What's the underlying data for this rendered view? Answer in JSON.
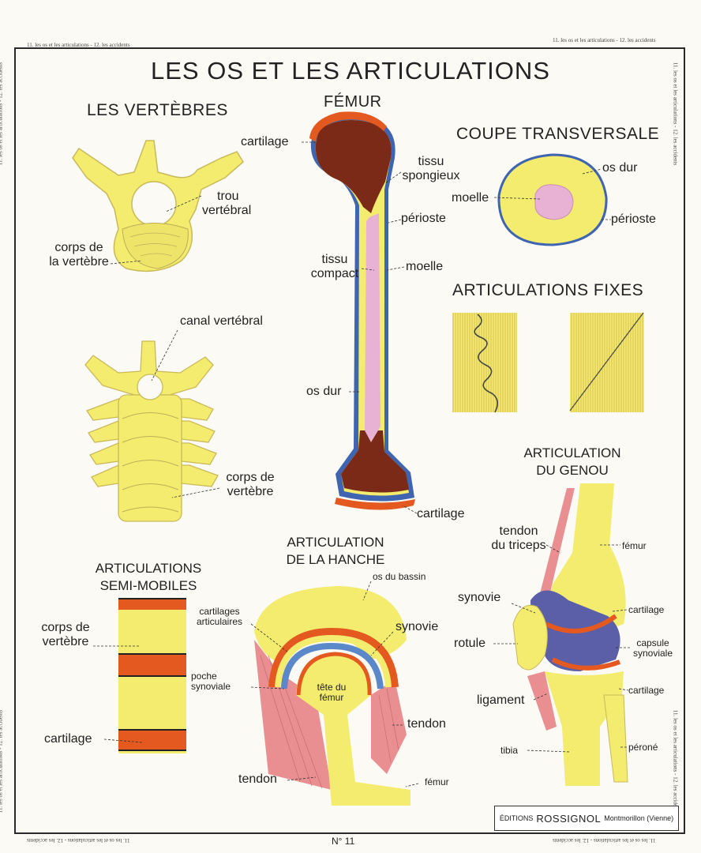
{
  "edge_text": "11. les os et les articulations - 12. les accidents",
  "title": "LES OS ET LES ARTICULATIONS",
  "sections": {
    "vertebres": "LES VERTÈBRES",
    "femur": "FÉMUR",
    "coupe": "COUPE TRANSVERSALE",
    "fixes": "ARTICULATIONS FIXES",
    "genou_line1": "ARTICULATION",
    "genou_line2": "DU GENOU",
    "hanche_line1": "ARTICULATION",
    "hanche_line2": "DE LA HANCHE",
    "semi_line1": "ARTICULATIONS",
    "semi_line2": "SEMI-MOBILES"
  },
  "labels": {
    "trou_1": "trou",
    "trou_2": "vertébral",
    "corps_vertebre_1": "corps de",
    "corps_vertebre_2": "la vertèbre",
    "canal_vertebral": "canal vertébral",
    "corps_de_vertebre_1": "corps de",
    "corps_de_vertebre_2": "vertèbre",
    "femur_cartilage_top": "cartilage",
    "tissu_spongieux_1": "tissu",
    "tissu_spongieux_2": "spongieux",
    "periosteum": "périoste",
    "tissu_compact_1": "tissu",
    "tissu_compact_2": "compact",
    "moelle": "moelle",
    "os_dur": "os dur",
    "femur_cartilage_bottom": "cartilage",
    "coupe_os_dur": "os dur",
    "coupe_moelle": "moelle",
    "coupe_periosteum": "périoste",
    "semi_corps_1": "corps de",
    "semi_corps_2": "vertèbre",
    "semi_cartilages_1": "cartilages",
    "semi_cartilages_2": "articulaires",
    "semi_poche_1": "poche",
    "semi_poche_2": "synoviale",
    "semi_cartilage": "cartilage",
    "hanche_bassin": "os du bassin",
    "hanche_synovie": "synovie",
    "hanche_tete_1": "tête du",
    "hanche_tete_2": "fémur",
    "hanche_tendon_right": "tendon",
    "hanche_tendon_bottom": "tendon",
    "hanche_femur": "fémur",
    "genou_tendon_1": "tendon",
    "genou_tendon_2": "du triceps",
    "genou_femur": "fémur",
    "genou_synovie": "synovie",
    "genou_cartilage_top": "cartilage",
    "genou_rotule": "rotule",
    "genou_capsule_1": "capsule",
    "genou_capsule_2": "synoviale",
    "genou_ligament": "ligament",
    "genou_cartilage_bottom": "cartilage",
    "genou_tibia": "tibia",
    "genou_perone": "péroné"
  },
  "footer": {
    "editions": "ÉDITIONS",
    "publisher": "ROSSIGNOL",
    "city": "Montmorillon (Vienne)",
    "number": "N° 11"
  },
  "colors": {
    "bone": "#f3ec6e",
    "bone_edge": "#c9b95a",
    "marrow": "#e7b2d4",
    "spongy": "#7a2a17",
    "cartilage": "#e3591f",
    "periosteum": "#3f64b0",
    "synovial": "#5a5fa8",
    "muscle": "#e98f92"
  }
}
